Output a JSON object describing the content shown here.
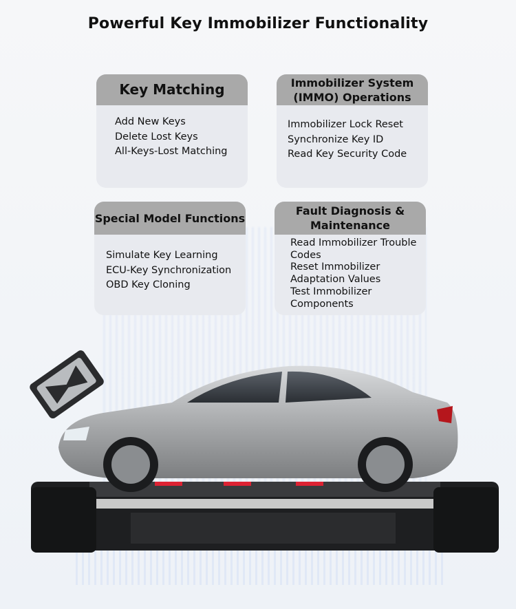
{
  "title": "Powerful Key Immobilizer Functionality",
  "cards": [
    {
      "title": "Key Matching",
      "items": [
        "Add New Keys",
        "Delete Lost Keys",
        "All-Keys-Lost Matching"
      ]
    },
    {
      "title_line1": "Immobilizer System",
      "title_line2": "(IMMO) Operations",
      "items": [
        "Immobilizer Lock Reset",
        "Synchronize Key ID",
        "Read Key Security Code"
      ]
    },
    {
      "title": "Special Model Functions",
      "items": [
        "Simulate Key Learning",
        "ECU-Key Synchronization",
        "OBD Key Cloning"
      ]
    },
    {
      "title_line1": "Fault Diagnosis &",
      "title_line2": "Maintenance",
      "items": [
        "Read Immobilizer Trouble",
        "Codes",
        "Reset Immobilizer",
        "Adaptation Values",
        "Test Immobilizer",
        "Components"
      ]
    }
  ]
}
